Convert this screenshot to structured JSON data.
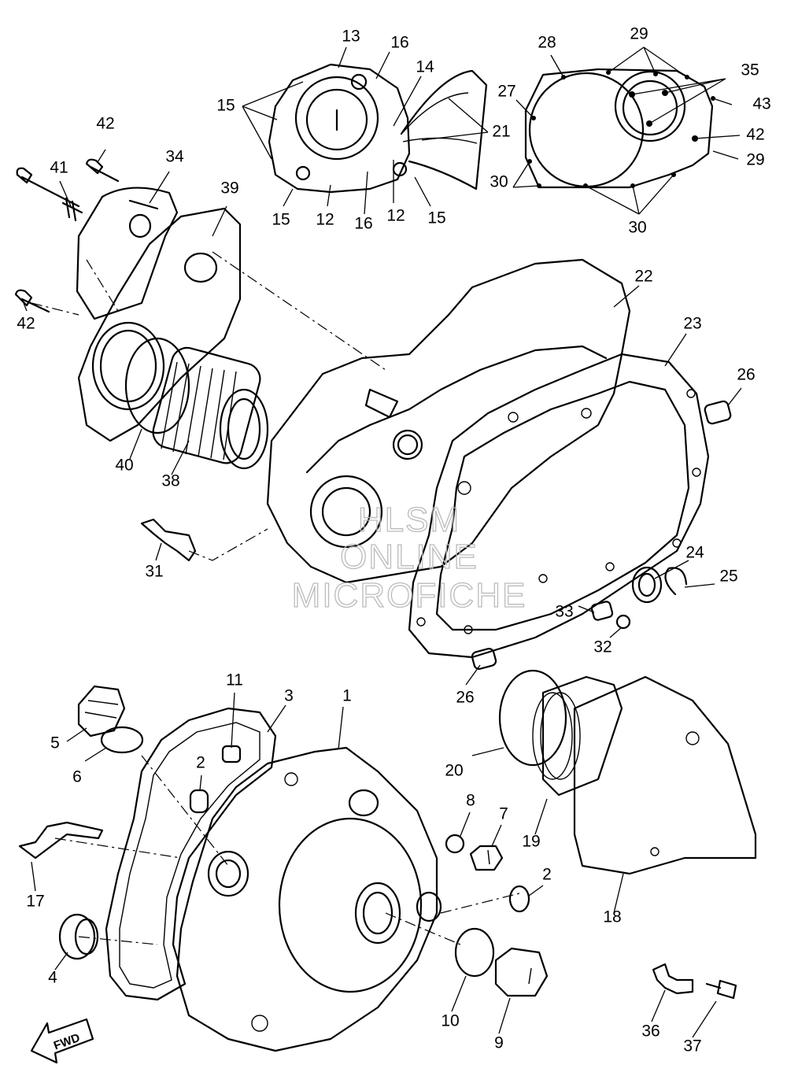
{
  "watermark": {
    "line1": "HLSM",
    "line2": "ONLINE",
    "line3": "MICROFICHE"
  },
  "direction_arrow": {
    "label": "FWD"
  },
  "callouts": [
    {
      "id": "c13",
      "text": "13"
    },
    {
      "id": "c16a",
      "text": "16"
    },
    {
      "id": "c14",
      "text": "14"
    },
    {
      "id": "c15a",
      "text": "15"
    },
    {
      "id": "c21",
      "text": "21"
    },
    {
      "id": "c15b",
      "text": "15"
    },
    {
      "id": "c12a",
      "text": "12"
    },
    {
      "id": "c16b",
      "text": "16"
    },
    {
      "id": "c12b",
      "text": "12"
    },
    {
      "id": "c15c",
      "text": "15"
    },
    {
      "id": "c28",
      "text": "28"
    },
    {
      "id": "c29a",
      "text": "29"
    },
    {
      "id": "c35",
      "text": "35"
    },
    {
      "id": "c27",
      "text": "27"
    },
    {
      "id": "c43",
      "text": "43"
    },
    {
      "id": "c42a",
      "text": "42"
    },
    {
      "id": "c29b",
      "text": "29"
    },
    {
      "id": "c30a",
      "text": "30"
    },
    {
      "id": "c30b",
      "text": "30"
    },
    {
      "id": "c42b",
      "text": "42"
    },
    {
      "id": "c41",
      "text": "41"
    },
    {
      "id": "c34",
      "text": "34"
    },
    {
      "id": "c39",
      "text": "39"
    },
    {
      "id": "c42c",
      "text": "42"
    },
    {
      "id": "c22",
      "text": "22"
    },
    {
      "id": "c23",
      "text": "23"
    },
    {
      "id": "c26a",
      "text": "26"
    },
    {
      "id": "c40",
      "text": "40"
    },
    {
      "id": "c38",
      "text": "38"
    },
    {
      "id": "c31",
      "text": "31"
    },
    {
      "id": "c24",
      "text": "24"
    },
    {
      "id": "c25",
      "text": "25"
    },
    {
      "id": "c33",
      "text": "33"
    },
    {
      "id": "c32",
      "text": "32"
    },
    {
      "id": "c26b",
      "text": "26"
    },
    {
      "id": "c11",
      "text": "11"
    },
    {
      "id": "c3",
      "text": "3"
    },
    {
      "id": "c1",
      "text": "1"
    },
    {
      "id": "c5",
      "text": "5"
    },
    {
      "id": "c6",
      "text": "6"
    },
    {
      "id": "c2a",
      "text": "2"
    },
    {
      "id": "c20",
      "text": "20"
    },
    {
      "id": "c8",
      "text": "8"
    },
    {
      "id": "c7",
      "text": "7"
    },
    {
      "id": "c19",
      "text": "19"
    },
    {
      "id": "c17",
      "text": "17"
    },
    {
      "id": "c2b",
      "text": "2"
    },
    {
      "id": "c18",
      "text": "18"
    },
    {
      "id": "c4",
      "text": "4"
    },
    {
      "id": "c10",
      "text": "10"
    },
    {
      "id": "c9",
      "text": "9"
    },
    {
      "id": "c36",
      "text": "36"
    },
    {
      "id": "c37",
      "text": "37"
    }
  ]
}
